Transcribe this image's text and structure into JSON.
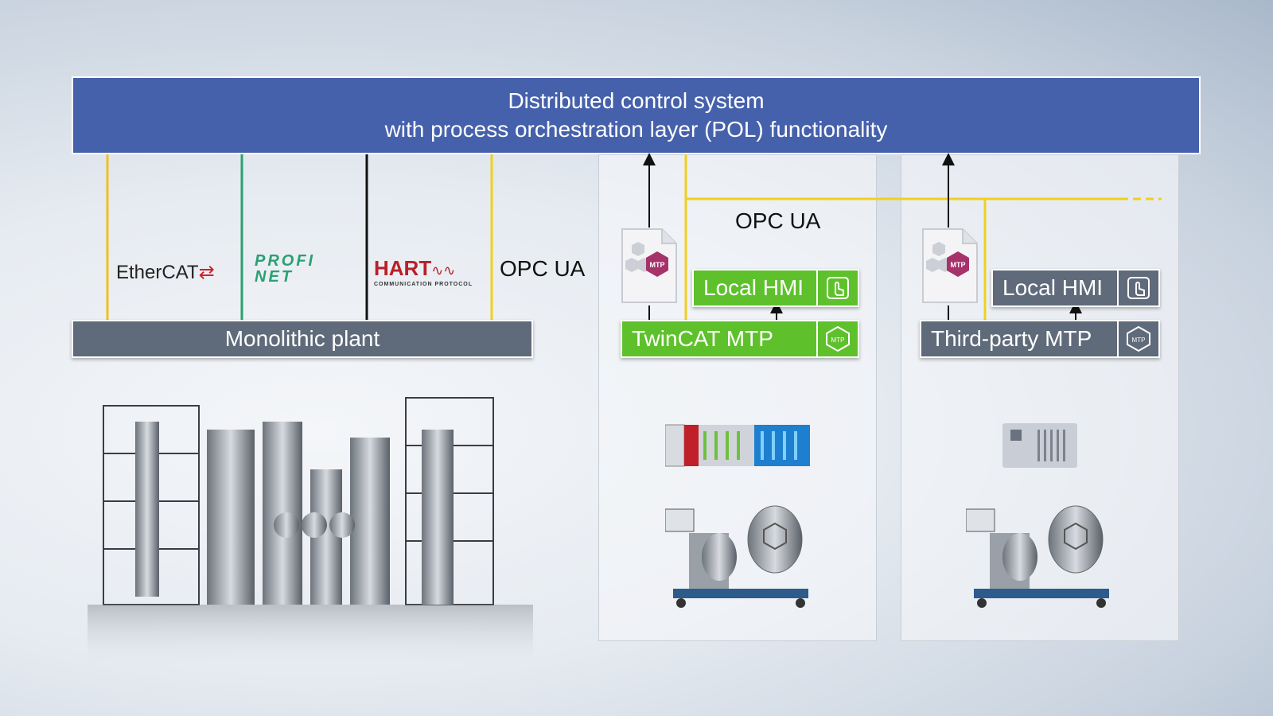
{
  "dcs": {
    "line1": "Distributed control system",
    "line2": "with process orchestration layer (POL) functionality"
  },
  "monolithic": {
    "label": "Monolithic plant",
    "protocols": [
      {
        "name": "EtherCAT",
        "color": "#f0c020"
      },
      {
        "name": "PROFI NET",
        "color": "#2aa070"
      },
      {
        "name": "HART",
        "subtitle": "COMMUNICATION PROTOCOL",
        "color": "#111111"
      },
      {
        "name": "OPC UA",
        "color": "#f0c020"
      }
    ],
    "opc_label": "OPC UA"
  },
  "module1": {
    "opc_label": "OPC UA",
    "file_badge": "MTP",
    "hmi_label": "Local HMI",
    "mtp_label": "TwinCAT MTP",
    "mtp_icon_text": "MTP",
    "accent": "#5ec12c"
  },
  "module2": {
    "file_badge": "MTP",
    "hmi_label": "Local HMI",
    "mtp_label": "Third-party MTP",
    "mtp_icon_text": "MTP",
    "accent": "#5f6a7a"
  },
  "icons": [
    "touch-hand-icon",
    "mtp-hexagon-icon",
    "mtp-file-icon",
    "arrow-up-icon"
  ],
  "colors": {
    "dcs_blue": "#4661ab",
    "opc_yellow": "#f0d020",
    "profinet_green": "#2aa070",
    "mtp_magenta": "#a6326a"
  }
}
